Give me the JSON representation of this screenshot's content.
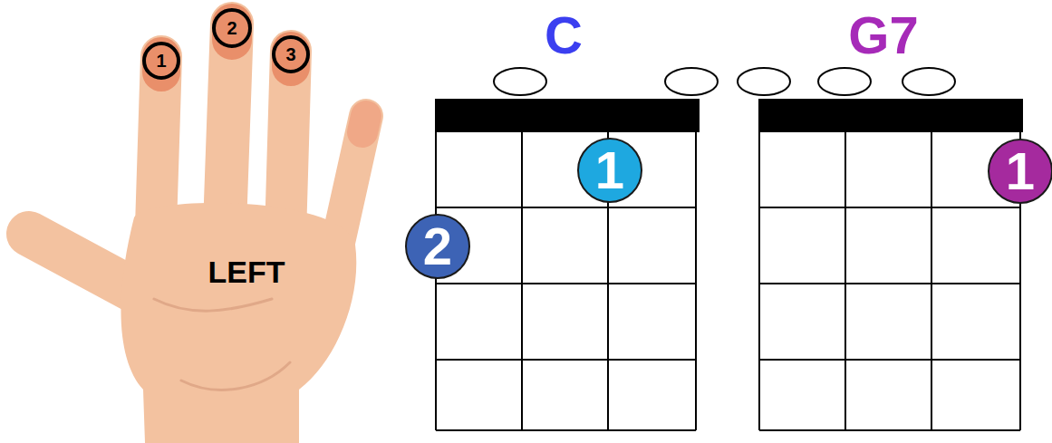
{
  "diagram": {
    "nodes": [
      {
        "text": [
          "1"
        ]
      },
      {
        "text": [
          "2"
        ]
      },
      {
        "text": [
          "3"
        ]
      },
      {
        "text": [
          "C"
        ]
      },
      {
        "text": [
          "1"
        ],
        "in": 3
      },
      {
        "text": [
          "2"
        ],
        "in": 3
      },
      {
        "text": [
          "G7"
        ]
      },
      {
        "text": [
          "1"
        ],
        "in": 6
      }
    ],
    "labels": [
      "LEFT"
    ]
  }
}
